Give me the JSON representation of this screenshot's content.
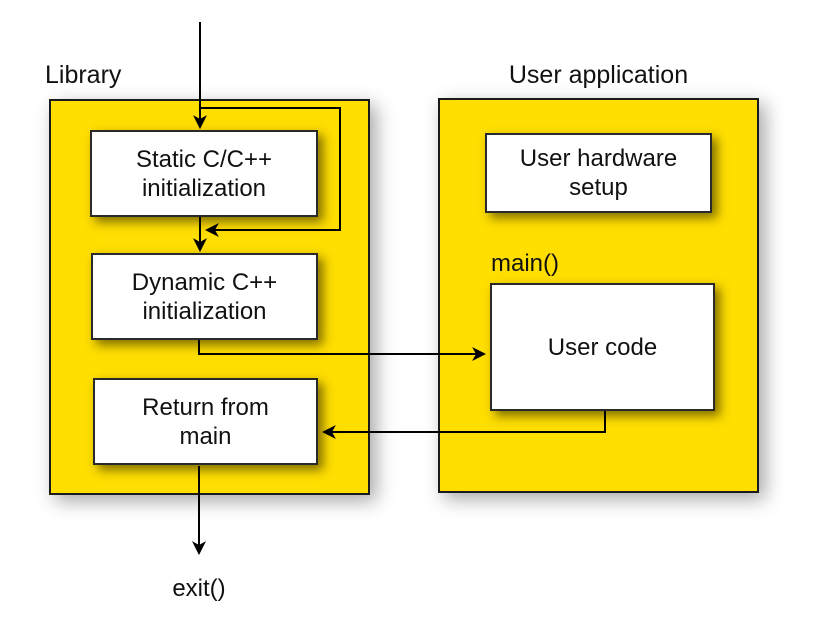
{
  "colors": {
    "panel_fill": "#FFDE00",
    "panel_border": "#1A1A1A",
    "node_fill": "#FFFFFF",
    "node_border": "#2A2A2A",
    "line": "#000000",
    "background": "#FFFFFF",
    "text": "#111111"
  },
  "panels": {
    "library": {
      "label": "Library"
    },
    "user_application": {
      "label": "User application"
    }
  },
  "nodes": {
    "static_init": {
      "label": "Static C/C++\ninitialization"
    },
    "dynamic_init": {
      "label": "Dynamic C++\ninitialization"
    },
    "return_from_main": {
      "label": "Return from\nmain"
    },
    "user_hardware_setup": {
      "label": "User hardware\nsetup"
    },
    "user_code": {
      "label": "User code"
    }
  },
  "annotations": {
    "main": "main()",
    "exit": "exit()"
  }
}
